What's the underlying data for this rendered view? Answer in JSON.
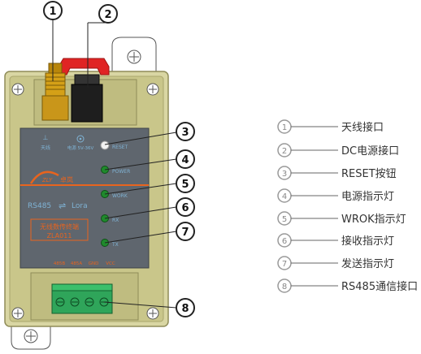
{
  "device": {
    "antenna_label": "天线",
    "power_label": "电源 5V-36V",
    "reset_label": "RESET",
    "brand_badge": "ZLY",
    "brand_name": "卓岚",
    "power_led": "POWER",
    "work_led": "WORK",
    "rx_led": "RX",
    "tx_led": "TX",
    "protocol_left": "RS485",
    "protocol_arrow": "⇌",
    "protocol_right": "Lora",
    "product_name": "无线数传终端",
    "product_model": "ZLA011",
    "pins": [
      "485B",
      "485A",
      "GND",
      "VCC"
    ]
  },
  "callouts": [
    {
      "num": "1",
      "text": "天线接口"
    },
    {
      "num": "2",
      "text": "DC电源接口"
    },
    {
      "num": "3",
      "text": "RESET按钮"
    },
    {
      "num": "4",
      "text": "电源指示灯"
    },
    {
      "num": "5",
      "text": "WROK指示灯"
    },
    {
      "num": "6",
      "text": "接收指示灯"
    },
    {
      "num": "7",
      "text": "发送指示灯"
    },
    {
      "num": "8",
      "text": "RS485通信接口"
    }
  ],
  "colors": {
    "frame": "#c9c68a",
    "panel": "#5f666e",
    "accent": "#e8641e",
    "led": "#1f8a2c",
    "terminal": "#2fa55a",
    "callout_line": "#222222"
  }
}
